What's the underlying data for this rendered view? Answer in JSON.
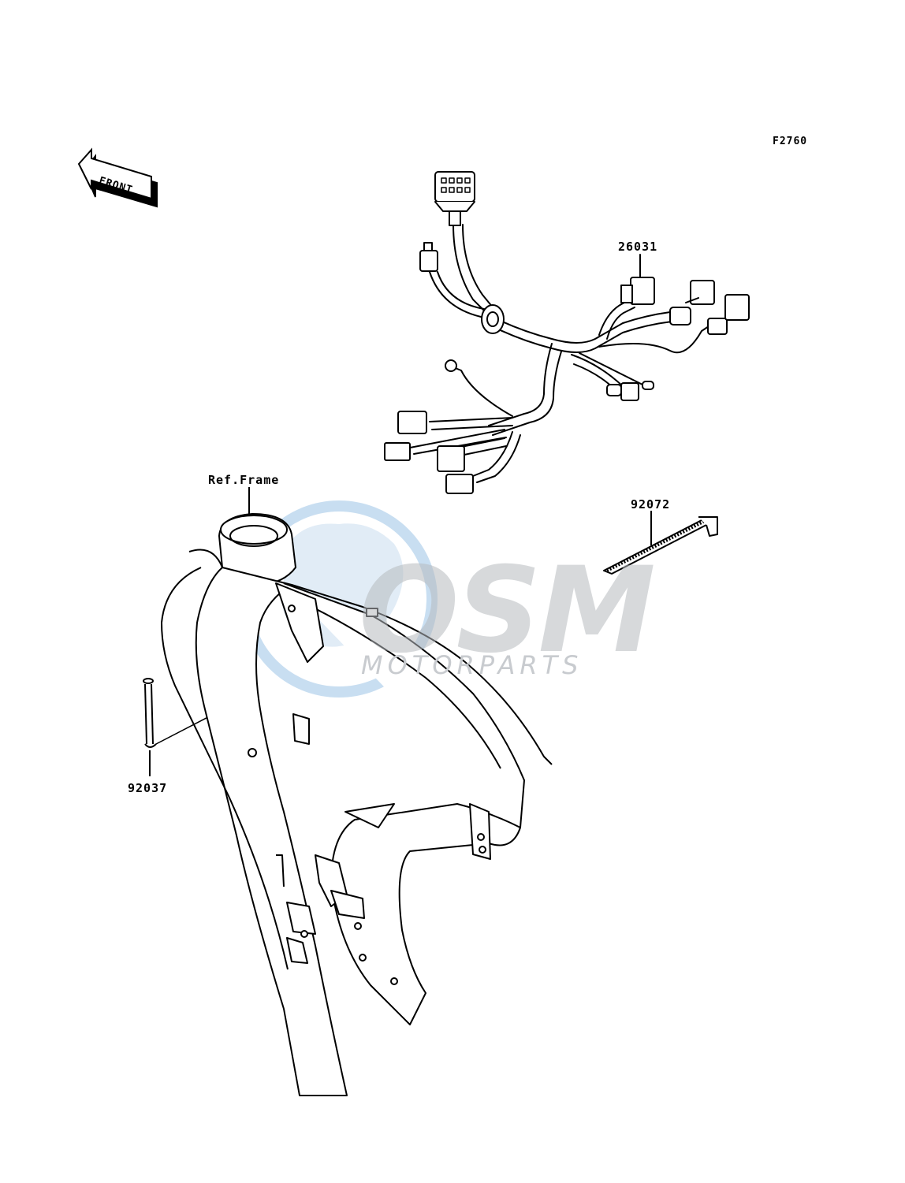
{
  "figure_code": "F2760",
  "direction_arrow": {
    "text": "FRONT",
    "icon": "front-arrow-icon"
  },
  "watermark": {
    "logo": "OSM",
    "subtitle": "MOTORPARTS",
    "colors": {
      "circle": "#bcd7ee",
      "text": "#b7bbbf"
    }
  },
  "callouts": [
    {
      "id": "wiring-harness",
      "label": "26031"
    },
    {
      "id": "frame",
      "label": "Ref.Frame"
    },
    {
      "id": "band",
      "label": "92072"
    },
    {
      "id": "clamp",
      "label": "92037"
    }
  ]
}
